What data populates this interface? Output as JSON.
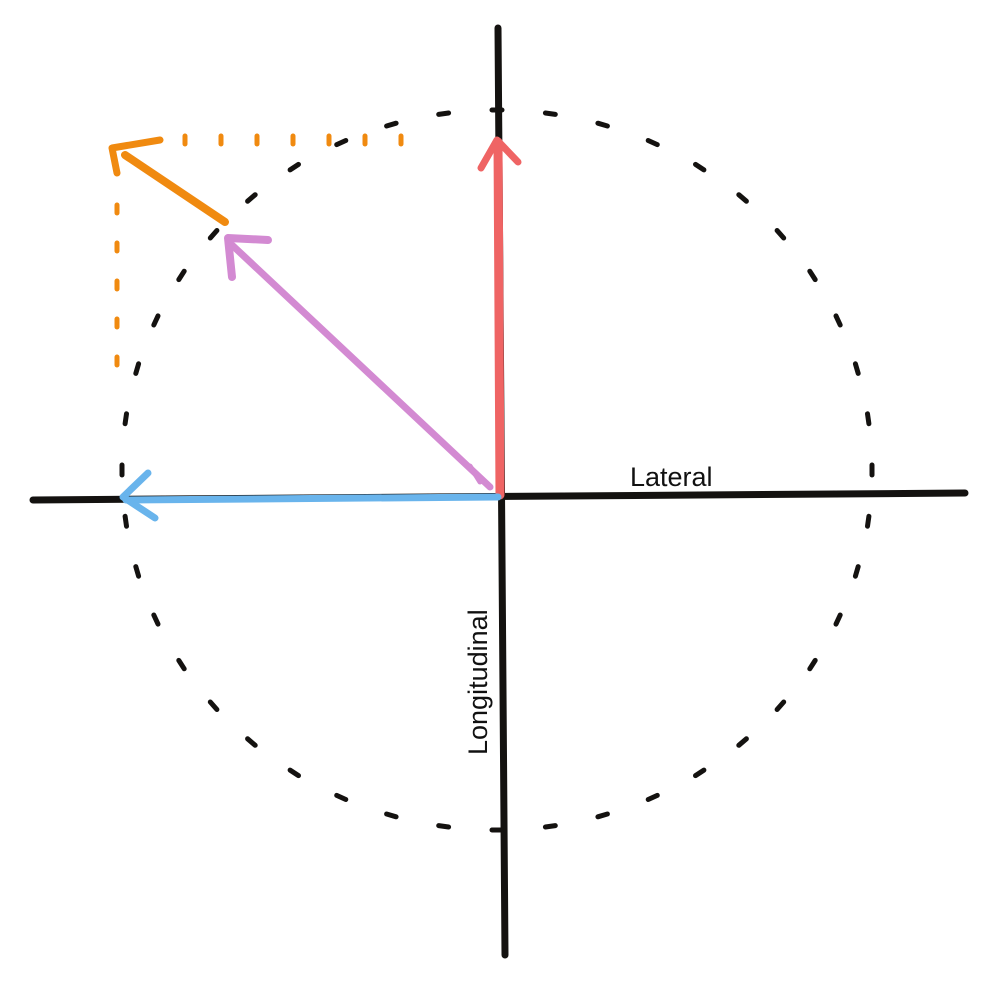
{
  "labels": {
    "lateral": "Lateral",
    "longitudinal": "Longitudinal"
  },
  "colors": {
    "axis": "#141210",
    "circle_dots": "#141210",
    "orange_dots": "#f08a10",
    "vector_up": "#ef6464",
    "vector_left": "#69b4ec",
    "vector_diagonal": "#d38ad2",
    "vector_orange": "#f08a10"
  },
  "vectors": [
    {
      "id": "vector-up",
      "direction": "longitudinal",
      "color_key": "vector_up"
    },
    {
      "id": "vector-left",
      "direction": "lateral",
      "color_key": "vector_left"
    },
    {
      "id": "vector-diagonal",
      "direction": "combined",
      "color_key": "vector_diagonal"
    },
    {
      "id": "vector-orange",
      "direction": "combined-extension",
      "color_key": "vector_orange"
    }
  ]
}
